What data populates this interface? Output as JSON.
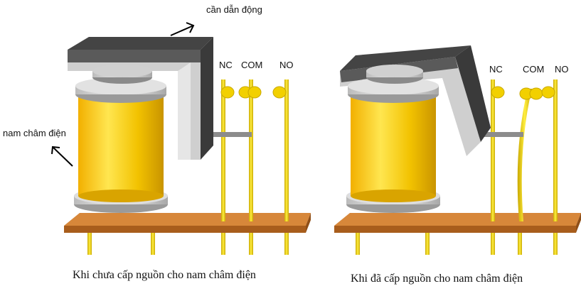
{
  "annotations": {
    "actuator_arm": "cần dẫn động",
    "electromagnet": "nam châm điện"
  },
  "left_relay": {
    "terminals": [
      "NC",
      "COM",
      "NO"
    ],
    "caption": "Khi chưa cấp nguồn cho nam châm điện"
  },
  "right_relay": {
    "terminals": [
      "NC",
      "COM",
      "NO"
    ],
    "caption": "Khi đã cấp nguồn cho nam châm điện"
  },
  "colors": {
    "coil": "#f2c200",
    "base_board": "#c8742a",
    "armature": "#555555",
    "contact_pin": "#e6c800"
  }
}
